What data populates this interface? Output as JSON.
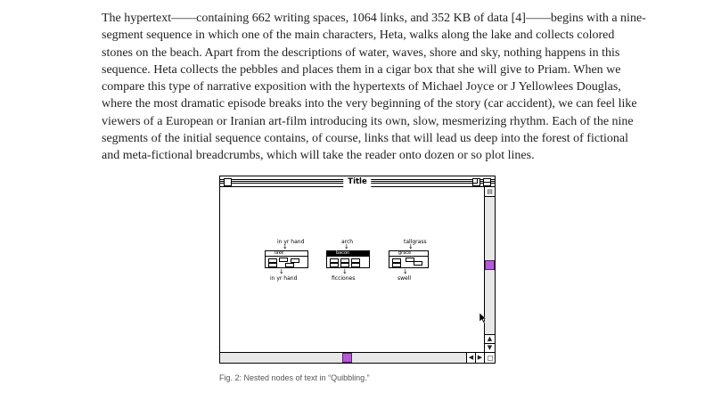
{
  "paragraph": {
    "lines": [
      "The hypertext——containing 662 writing spaces, 1064 links, and 352 KB of data [4]——begins with a nine-",
      "segment sequence in which one of the main characters, Heta, walks along the lake and collects colored",
      "stones on the beach. Apart from the descriptions of water, waves, shore and sky, nothing happens in this",
      "sequence. Heta collects the pebbles and places them in a cigar box that she will give to Priam. When we",
      "compare this type of narrative exposition with the hypertexts of Michael Joyce or J Yellowlees Douglas,",
      "where the most dramatic episode breaks into the very beginning of the story (car accident), we can feel like",
      "viewers of a European or Iranian art-film introducing its own, slow, mesmerizing rhythm. Each of the nine",
      "segments of the initial sequence contains, of course, links that will lead us deep into the forest of fictional",
      "and meta-fictional breadcrumbs, which will take the reader onto dozen or so plot lines."
    ]
  },
  "window": {
    "title": "Title",
    "scroll_accent": "#b45ad6",
    "nodes": [
      {
        "label_top": "in yr hand",
        "bar_label": "lake",
        "label_bottom": "in yr hand",
        "dark_bar": false
      },
      {
        "label_top": "arch",
        "bar_label": "bacon",
        "label_bottom": "ficciones",
        "dark_bar": true
      },
      {
        "label_top": "tallgrass",
        "bar_label": "grace",
        "label_bottom": "swell",
        "dark_bar": false
      }
    ],
    "icons": {
      "close": "close-box-icon",
      "zoom": "zoom-box-icon",
      "collapse": "collapse-box-icon",
      "cursor": "arrow-cursor-icon"
    }
  },
  "caption": "Fig. 2: Nested nodes of text in “Quibbling.”"
}
